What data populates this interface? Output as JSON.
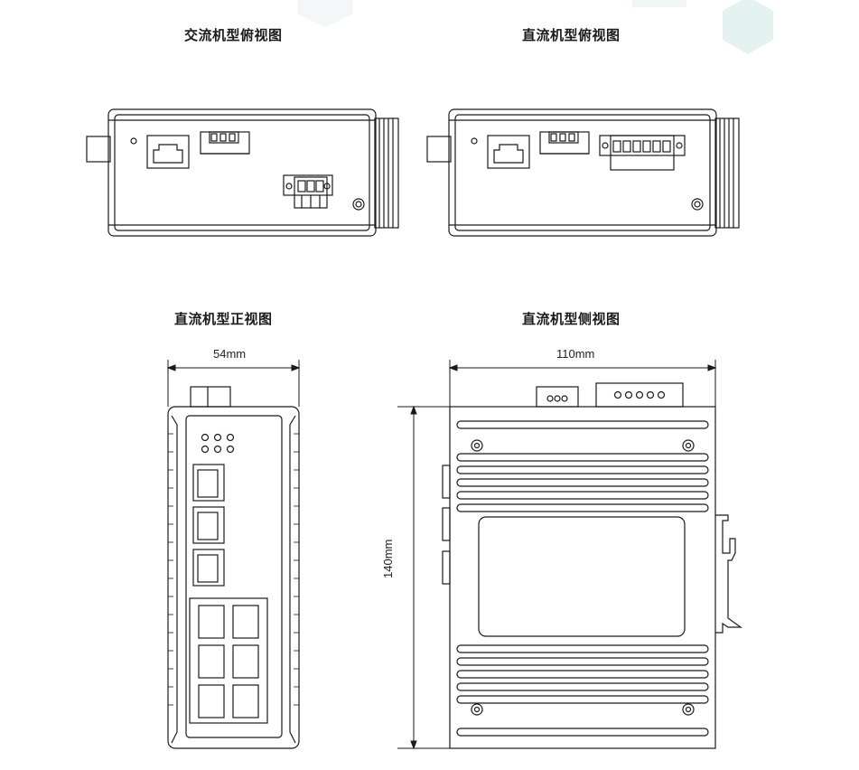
{
  "titles": {
    "ac_top": "交流机型俯视图",
    "dc_top": "直流机型俯视图",
    "dc_front": "直流机型正视图",
    "dc_side": "直流机型侧视图"
  },
  "dimensions": {
    "front_width": "54mm",
    "side_width": "110mm",
    "side_height": "140mm"
  },
  "colors": {
    "line": "#1a1a1a",
    "hex_watermark": "#e6f2f1"
  }
}
